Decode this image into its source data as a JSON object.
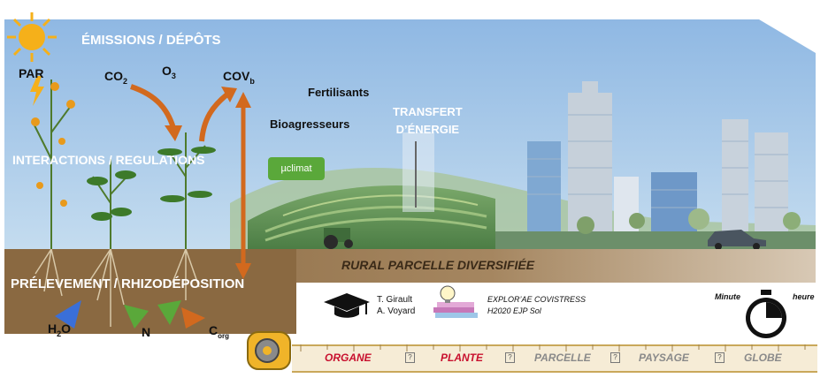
{
  "labels": {
    "emissions": "ÉMISSIONS  /  DÉPÔTS",
    "par": "PAR",
    "co2": "CO",
    "co2_sub": "2",
    "o3": "O",
    "o3_sub": "3",
    "cov": "COV",
    "cov_sub": "b",
    "fertilisants": "Fertilisants",
    "bioagresseurs": "Bioagresseurs",
    "transfert_1": "TRANSFERT",
    "transfert_2": "D’ÉNERGIE",
    "interactions": "INTERACTIONS / REGULATIONS",
    "uclimat": "µclimat",
    "rural": "RURAL PARCELLE DIVERSIFIÉE",
    "prelevement": "PRÉLEVEMENT  /  RHIZODÉPOSITION",
    "h2o": "H",
    "h2o_sub": "2",
    "h2o_end": "O",
    "n": "N",
    "c": "C",
    "c_sub": "org"
  },
  "credits": {
    "authors_1": "T. Girault",
    "authors_2": "A. Voyard",
    "project_1": "EXPLOR’AE COVISTRESS",
    "project_2": "H2020 EJP Sol"
  },
  "time": {
    "minute": "Minute",
    "heure": "heure"
  },
  "scale": {
    "items": [
      "ORGANE",
      "PLANTE",
      "PARCELLE",
      "PAYSAGE",
      "GLOBE"
    ],
    "separator": "?",
    "colors": {
      "active": "#c8102e",
      "inactive": "#8a8a8a"
    }
  },
  "colors": {
    "sky": "#9cc2e8",
    "soil": "#8b6a43",
    "arrow_orange": "#d2691e",
    "uclimat_green": "#5aa83a",
    "ruler_yellow": "#f0b429"
  },
  "icons": [
    "sun-icon",
    "lightning-icon",
    "graduation-cap-icon",
    "lightbulb-books-icon",
    "stopwatch-icon",
    "tape-measure-icon"
  ]
}
